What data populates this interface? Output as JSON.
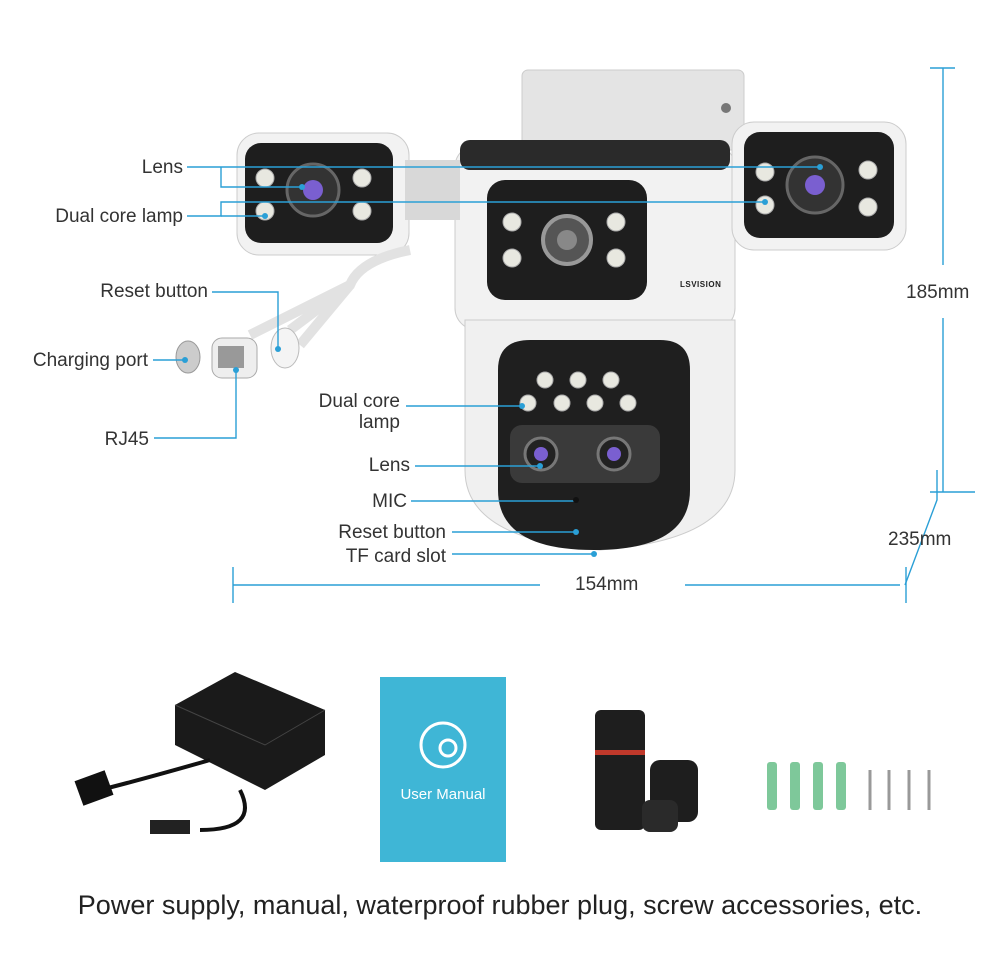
{
  "callouts": {
    "left_lens": "Lens",
    "left_lamp": "Dual core lamp",
    "reset_cable": "Reset button",
    "charging_port": "Charging port",
    "rj45": "RJ45",
    "bottom_lamp_line1": "Dual core",
    "bottom_lamp_line2": "lamp",
    "bottom_lens": "Lens",
    "mic": "MIC",
    "reset_bottom": "Reset button",
    "tf_card": "TF card slot"
  },
  "dimensions": {
    "height_upper": "185mm",
    "height_total": "235mm",
    "width": "154mm"
  },
  "brand": "LSVISION",
  "accessories": {
    "manual_label": "User Manual",
    "caption": "Power supply, manual, waterproof rubber plug, screw accessories, etc."
  },
  "colors": {
    "callout_line": "#2a9fd6",
    "manual_cover": "#3fb6d6"
  }
}
